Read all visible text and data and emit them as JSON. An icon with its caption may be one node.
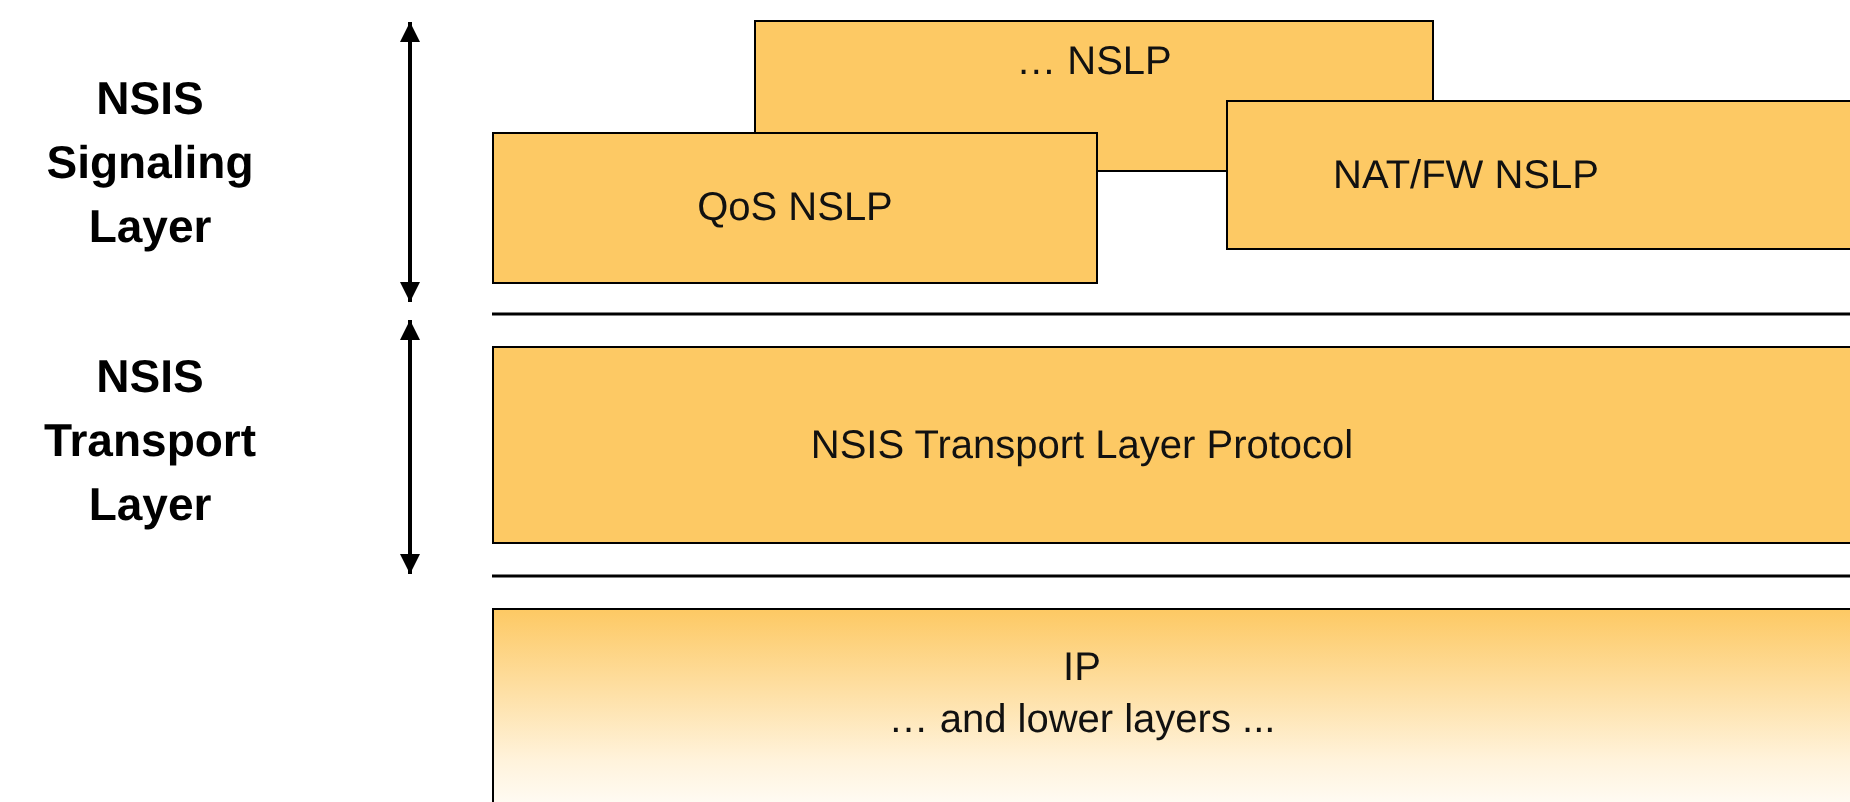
{
  "diagram": {
    "nodes": [
      {
        "text": [
          "… NSLP"
        ]
      },
      {
        "text": [
          "QoS NSLP"
        ]
      },
      {
        "text": [
          "NAT/FW NSLP"
        ]
      },
      {
        "text": [
          "NSIS Transport Layer Protocol"
        ]
      },
      {
        "text": [
          "IP",
          "… and lower layers ..."
        ]
      }
    ],
    "edges": [],
    "labels": [
      "NSIS Signaling Layer",
      "NSIS Transport Layer"
    ]
  }
}
